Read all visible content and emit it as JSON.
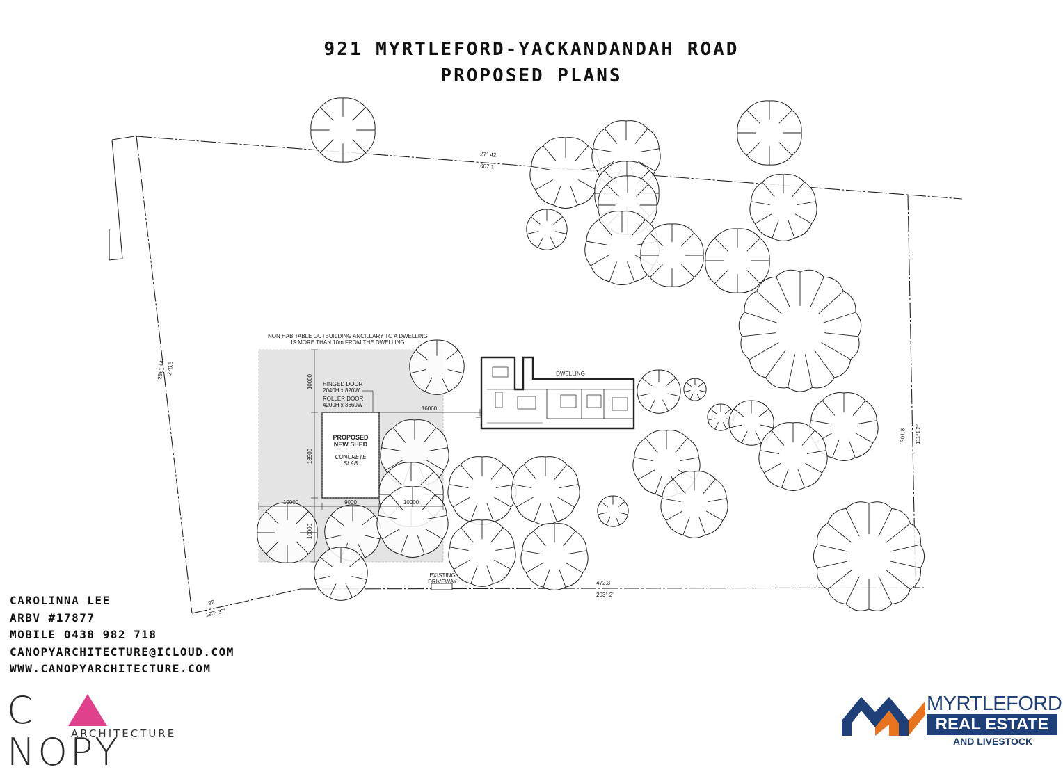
{
  "title": {
    "line1": "921 MYRTLEFORD-YACKANDANDAH ROAD",
    "line2": "PROPOSED PLANS"
  },
  "plan": {
    "boundary": {
      "north_bearing": "27° 42'",
      "north_length": "607.1",
      "west_bearing": "286° 44'",
      "west_length": "378.5",
      "south_bearing": "203° 2'",
      "south_length": "472.3",
      "sw_bearing": "193° 37'",
      "sw_length": "92",
      "east_length": "301.8",
      "east_bearing": "111°1'2\""
    },
    "note_line1": "NON HABITABLE OUTBUILDING ANCILLARY TO A DWELLING",
    "note_line2": "IS MORE THAN 10m FROM THE DWELLING",
    "shed": {
      "label_line1": "PROPOSED",
      "label_line2": "NEW SHED",
      "slab_line1": "CONCRETE",
      "slab_line2": "SLAB",
      "hinged_door_label": "HINGED DOOR",
      "hinged_door_size": "2040H  x 820W",
      "roller_door_label": "ROLLER DOOR",
      "roller_door_size": "4200H  x 3660W"
    },
    "dimensions": {
      "setback_top": "10000",
      "shed_depth": "13500",
      "setback_bottom": "10000",
      "setback_left": "10000",
      "shed_width": "9000",
      "setback_right": "10000",
      "to_dwelling": "16060"
    },
    "dwelling_label": "DWELLING",
    "driveway_line1": "EXISTING",
    "driveway_line2": "DRIVEWAY"
  },
  "contact": {
    "name": "CAROLINNA LEE",
    "arbv": "ARBV #17877",
    "mobile": "MOBILE 0438 982 718",
    "email": "CANOPYARCHITECTURE@ICLOUD.COM",
    "website": "WWW.CANOPYARCHITECTURE.COM"
  },
  "logos": {
    "canopy_word_start": "C",
    "canopy_word_end": "NOPY",
    "canopy_sub": "ARCHITECTURE",
    "canopy_accent": "#e0418d",
    "mre_line1": "MYRTLEFORD",
    "mre_line2": "REAL ESTATE",
    "mre_line3": "AND LIVESTOCK",
    "mre_blue": "#1f3f78",
    "mre_orange": "#e8731f"
  }
}
